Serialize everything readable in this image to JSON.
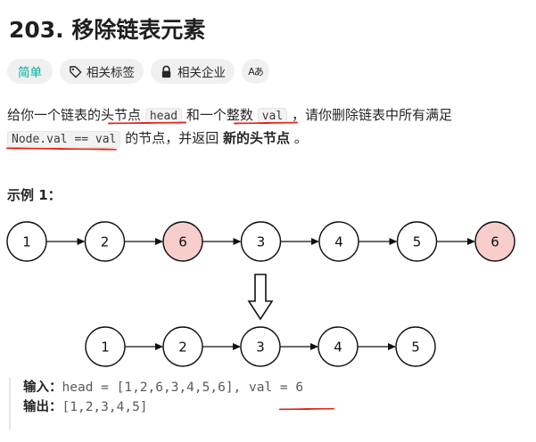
{
  "problem": {
    "title": "203. 移除链表元素"
  },
  "tags": {
    "difficulty": "简单",
    "related_topics": "相关标签",
    "companies": "相关企业",
    "translate_icon": "Aあ"
  },
  "description": {
    "p1": "给你一个链表的",
    "p2": "头节点",
    "p3": "head",
    "p4": "和一个",
    "p5": "整数",
    "p6": "val",
    "p7": "，请你删除链表中所有满足",
    "p8": "Node.val == val",
    "p9": "的节点，并返回",
    "p10": "新的头节点",
    "p11": "。"
  },
  "example": {
    "heading": "示例 1：",
    "input_list": [
      "1",
      "2",
      "6",
      "3",
      "4",
      "5",
      "6"
    ],
    "output_list": [
      "1",
      "2",
      "3",
      "4",
      "5"
    ],
    "removed_value": "6",
    "input_label": "输入：",
    "input_value": "head = [1,2,6,3,4,5,6], val = 6",
    "output_label": "输出：",
    "output_value": "[1,2,3,4,5]"
  },
  "colors": {
    "easy": "#00af9b",
    "removed_node_fill": "#f8cecc",
    "annotation_underline": "#e0261a"
  },
  "icons": [
    "tag-icon",
    "lock-icon",
    "translate-icon",
    "arrow-down-icon"
  ]
}
